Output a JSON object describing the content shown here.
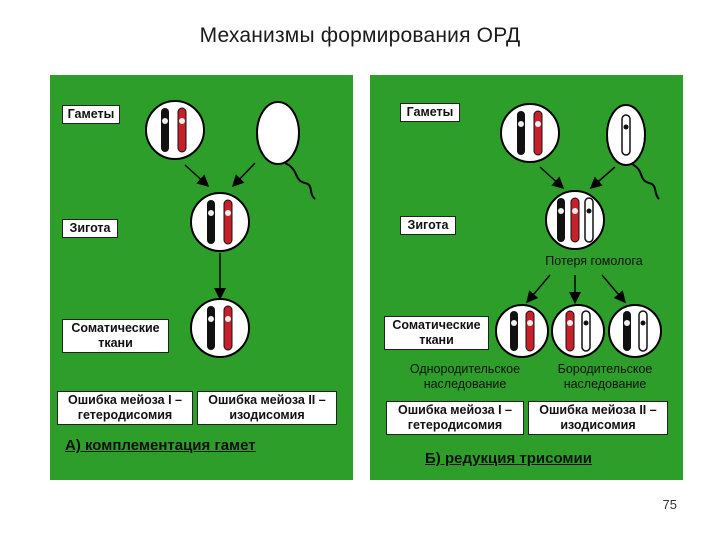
{
  "title": "Механизмы формирования ОРД",
  "page_number": "75",
  "colors": {
    "panel_green": "#2e9e2a",
    "chromosome_red": "#c8202a",
    "chromosome_black": "#111111"
  },
  "panel_a": {
    "gametes_label": "Гаметы",
    "zygote_label": "Зигота",
    "somatic_line1": "Соматические",
    "somatic_line2": "ткани",
    "error1_line1": "Ошибка мейоза I –",
    "error1_line2": "гетеродисомия",
    "error2_line1": "Ошибка мейоза II –",
    "error2_line2": "изодисомия",
    "caption": "А) комплементация гамет"
  },
  "panel_b": {
    "gametes_label": "Гаметы",
    "zygote_label": "Зигота",
    "homolog_loss": "Потеря гомолога",
    "somatic_line1": "Соматические",
    "somatic_line2": "ткани",
    "uniparental_line1": "Однородительское",
    "uniparental_line2": "наследование",
    "biparental_line1": "Бородительское",
    "biparental_line2": "наследование",
    "error1_line1": "Ошибка мейоза I –",
    "error1_line2": "гетеродисомия",
    "error2_line1": "Ошибка мейоза II –",
    "error2_line2": "изодисомия",
    "caption": "Б) редукция трисомии"
  }
}
